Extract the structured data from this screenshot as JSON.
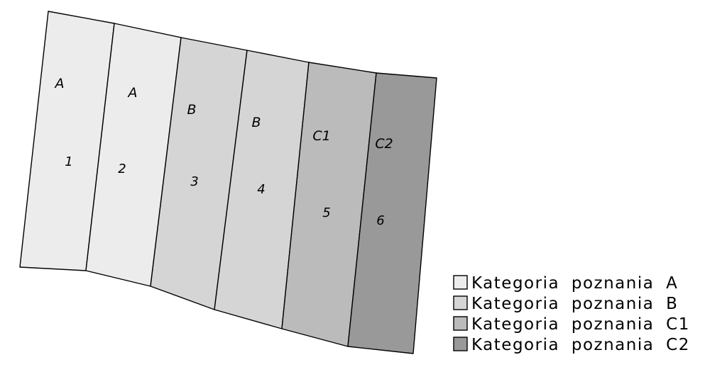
{
  "colors": {
    "A": "#ececec",
    "B": "#d5d5d5",
    "C1": "#bbbbbb",
    "C2": "#999999"
  },
  "blocks": [
    {
      "number": "1",
      "category": "A"
    },
    {
      "number": "2",
      "category": "A"
    },
    {
      "number": "3",
      "category": "B"
    },
    {
      "number": "4",
      "category": "B"
    },
    {
      "number": "5",
      "category": "C1"
    },
    {
      "number": "6",
      "category": "C2"
    }
  ],
  "legend": [
    {
      "category": "A",
      "label": "Kategoria poznania A"
    },
    {
      "category": "B",
      "label": "Kategoria poznania B"
    },
    {
      "category": "C1",
      "label": "Kategoria poznania C1"
    },
    {
      "category": "C2",
      "label": "Kategoria poznania C2"
    }
  ]
}
